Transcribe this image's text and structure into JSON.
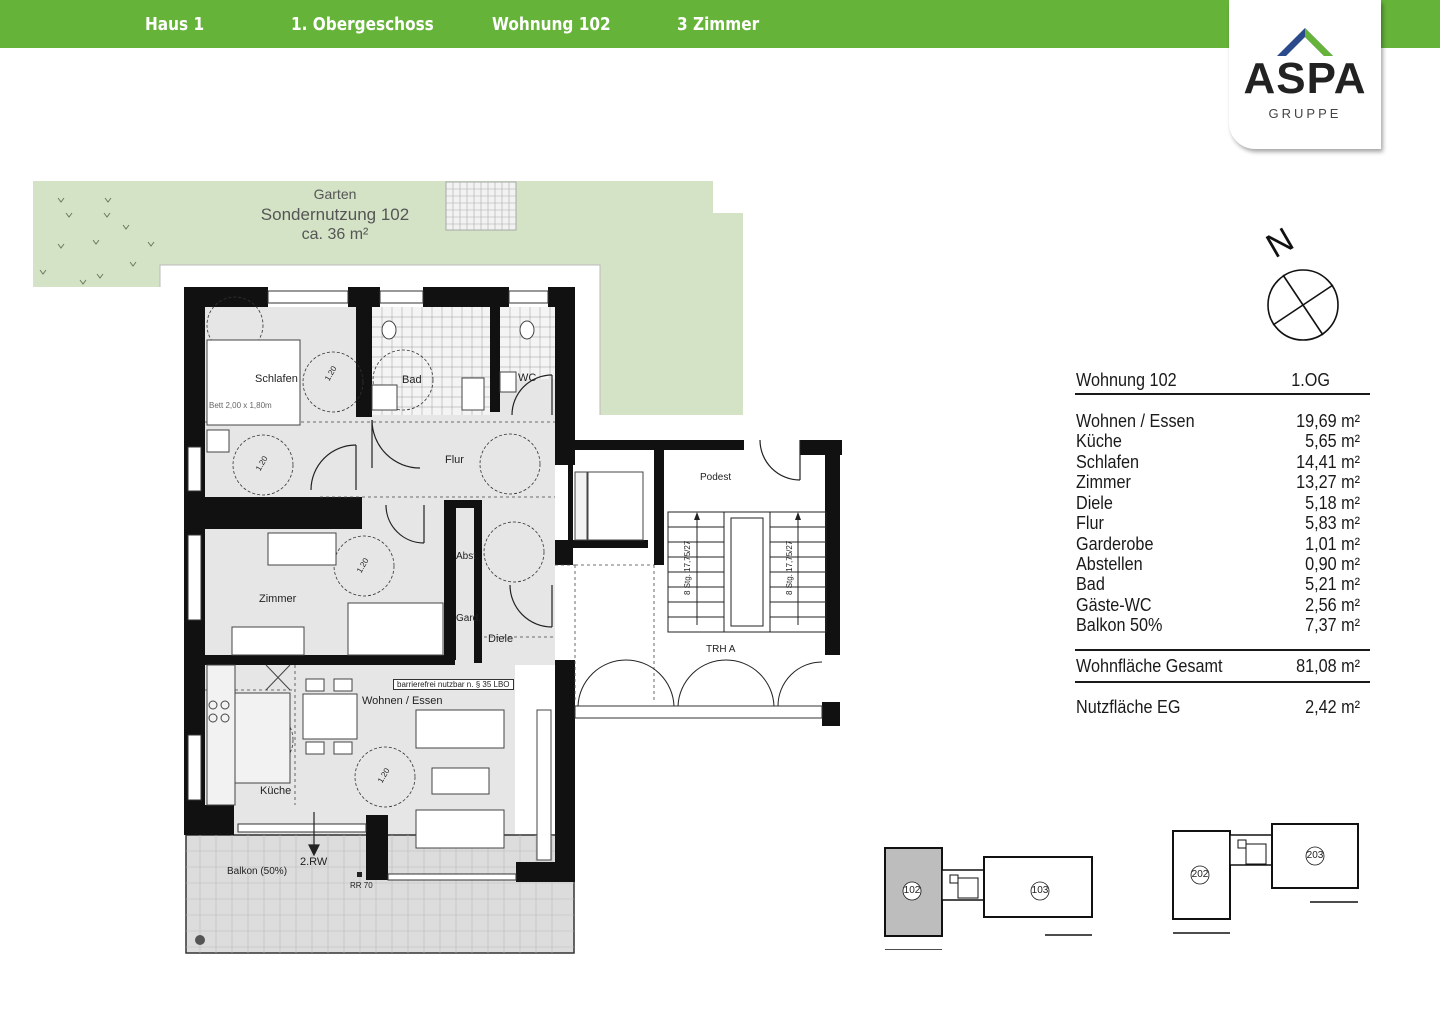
{
  "header": {
    "items": [
      "Haus 1",
      "1. Obergeschoss",
      "Wohnung 102",
      "3 Zimmer"
    ],
    "color": "#66b33a"
  },
  "logo": {
    "name": "ASPA",
    "sub": "GRUPPE",
    "roof_colors": [
      "#2b4a8c",
      "#66b33a"
    ]
  },
  "compass": {
    "north_label": "N"
  },
  "plan": {
    "garden": {
      "line1": "Garten",
      "line2": "Sondernutzung 102",
      "line3": "ca. 36 m²"
    },
    "rooms": {
      "schlafen": "Schlafen",
      "bad": "Bad",
      "wc": "WC",
      "flur": "Flur",
      "zimmer": "Zimmer",
      "abst": "Abst.",
      "gard": "Gard.",
      "diele": "Diele",
      "wohnen": "Wohnen / Essen",
      "kueche": "Küche",
      "balkon": "Balkon (50%)",
      "podest": "Podest",
      "trh": "TRH A"
    },
    "notes": {
      "bed": "Bett 2,00 x 1,80m",
      "barrierefrei": "barrierefrei nutzbar n. § 35 LBO",
      "rw": "2.RW",
      "rr": "RR 70",
      "stairs_left": "8 Stg. 17,75/27",
      "stairs_right": "8 Stg. 17,75/27",
      "turn_circle": "1.20"
    }
  },
  "legend": {
    "title": "Wohnung 102",
    "floor": "1.OG",
    "rows": [
      {
        "name": "Wohnen / Essen",
        "value": "19,69 m²"
      },
      {
        "name": "Küche",
        "value": "5,65  m²"
      },
      {
        "name": "Schlafen",
        "value": "14,41 m²"
      },
      {
        "name": "Zimmer",
        "value": "13,27 m²"
      },
      {
        "name": "Diele",
        "value": "5,18 m²"
      },
      {
        "name": "Flur",
        "value": "5,83 m²"
      },
      {
        "name": "Garderobe",
        "value": "1,01 m²"
      },
      {
        "name": "Abstellen",
        "value": "0,90 m²"
      },
      {
        "name": "Bad",
        "value": "5,21 m²"
      },
      {
        "name": "Gäste-WC",
        "value": "2,56 m²"
      },
      {
        "name": "Balkon 50%",
        "value": "7,37 m²"
      }
    ],
    "total": {
      "name": "Wohnfläche Gesamt",
      "value": "81,08 m²"
    },
    "extra": {
      "name": "Nutzfläche EG",
      "value": "2,42 m²"
    }
  },
  "keyplan": {
    "ground": [
      "102",
      "103"
    ],
    "upper": [
      "202",
      "203"
    ]
  }
}
